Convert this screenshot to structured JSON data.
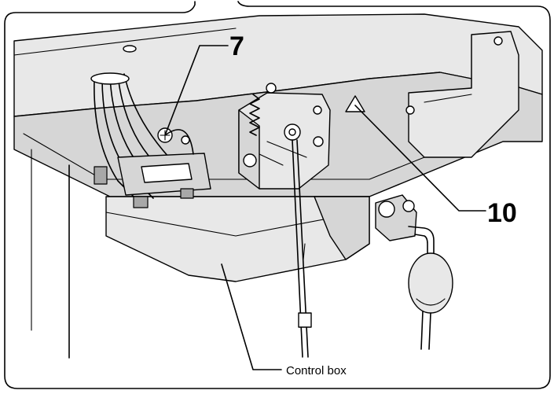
{
  "callouts": {
    "part_7": "7",
    "part_10": "10",
    "control_box": "Control box"
  },
  "colors": {
    "line": "#000000",
    "shade": "#d6d6d6",
    "background": "#ffffff"
  }
}
